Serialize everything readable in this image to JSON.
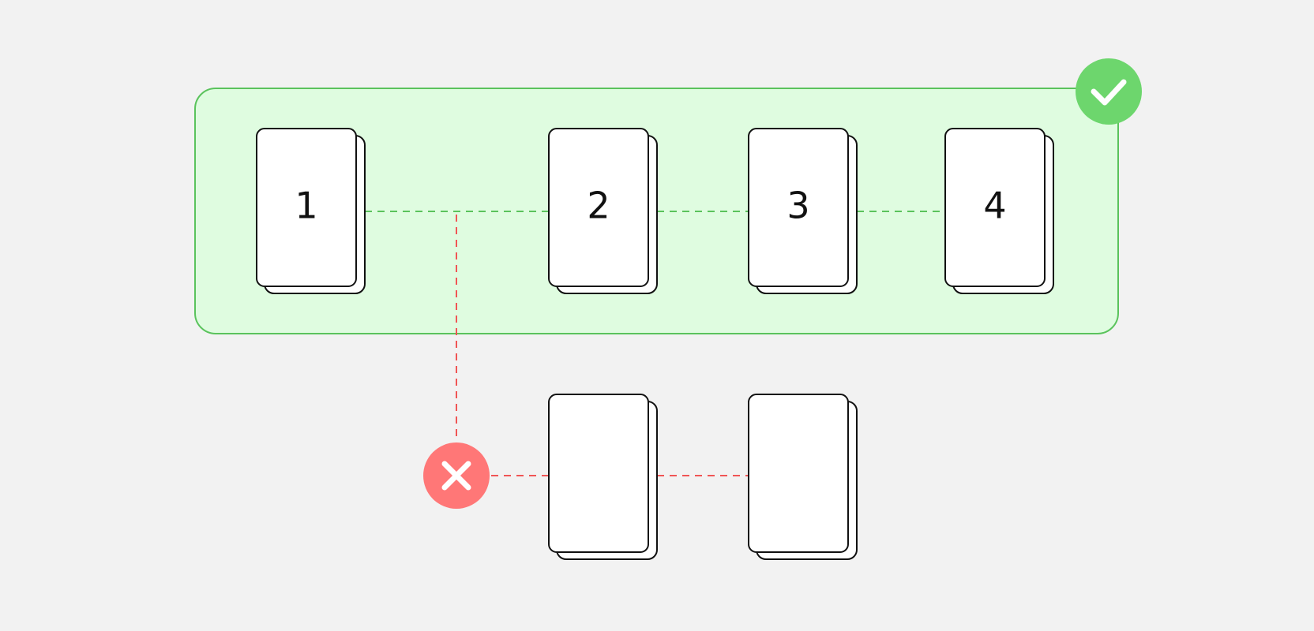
{
  "colors": {
    "background": "#f2f2f2",
    "valid_group_fill": "#dffce0",
    "valid_group_stroke": "#5ac35c",
    "valid_badge": "#6dd66d",
    "valid_connector": "#5ac35c",
    "invalid_badge": "#ff7777",
    "invalid_connector": "#f05555",
    "card_fill": "#ffffff",
    "card_stroke": "#111111"
  },
  "valid_group": {
    "status_icon": "check-icon",
    "cards": [
      {
        "label": "1"
      },
      {
        "label": "2"
      },
      {
        "label": "3"
      },
      {
        "label": "4"
      }
    ]
  },
  "invalid_branch": {
    "status_icon": "cross-icon",
    "cards": [
      {
        "label": ""
      },
      {
        "label": ""
      }
    ]
  }
}
